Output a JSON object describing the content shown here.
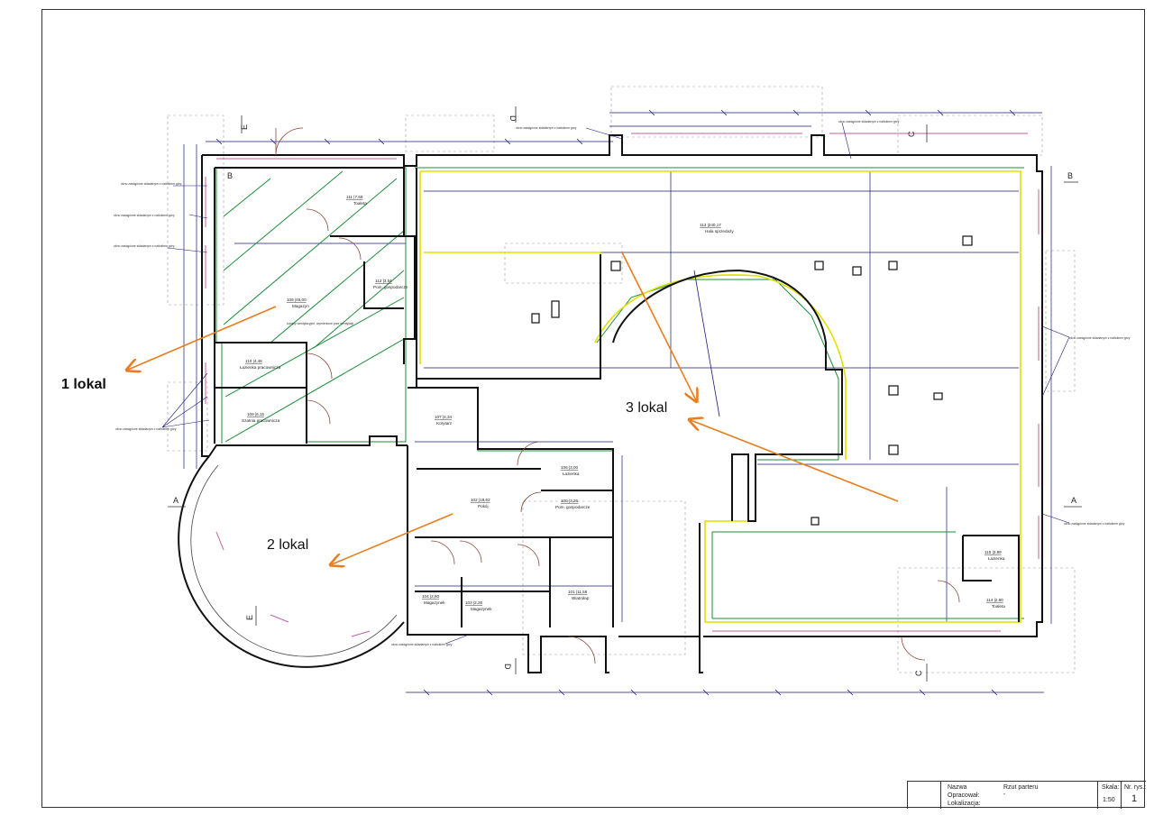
{
  "zones": {
    "lokal1": "1 lokal",
    "lokal2": "2 lokal",
    "lokal3": "3 lokal"
  },
  "section_marks": [
    "A",
    "A",
    "B",
    "B",
    "C",
    "C",
    "D",
    "D",
    "E",
    "E"
  ],
  "rooms": [
    {
      "area": "111 |7,69",
      "name": "Toaleta"
    },
    {
      "area": "112 |3,54",
      "name": "Pom. gospodarcze"
    },
    {
      "area": "109 |45,00",
      "name": "Magazyn"
    },
    {
      "area": "110 |4,48",
      "name": "Łazienka pracownicza"
    },
    {
      "area": "109 |6,15",
      "name": "Szatnia pracownicza"
    },
    {
      "area": "113 |240,17",
      "name": "Hala sprzedaży"
    },
    {
      "area": "107 |4,34",
      "name": "Korytarz"
    },
    {
      "area": "106 |3,00",
      "name": "Łazienka"
    },
    {
      "area": "102 |18,62",
      "name": "Pokój"
    },
    {
      "area": "100 |3,26",
      "name": "Pom. gospodarcze"
    },
    {
      "area": "104 |2,80",
      "name": "Magazynek"
    },
    {
      "area": "103 |2,26",
      "name": "Magazynek"
    },
    {
      "area": "101 |11,56",
      "name": "Wiatrołap"
    },
    {
      "area": "115 |3,89",
      "name": "Łazienka"
    },
    {
      "area": "114 |2,80",
      "name": "Toaleta"
    }
  ],
  "notes": {
    "window": "okno zastąpione składanym z natłokiem góry",
    "duct": "kominy wentylacyjne, wymienione prze wentylacji"
  },
  "title_block": {
    "label_name": "Nazwa",
    "label_author": "Opracował:",
    "label_location": "Lokalizacja:",
    "drawing_title": "Rzut parteru",
    "author_value": "-",
    "scale_label": "Skala:",
    "scale_value": "1:50",
    "sheet_label": "Nr. rys.:",
    "sheet_value": "1"
  },
  "colors": {
    "wall": "#111111",
    "dimension": "#1a1a7a",
    "zone1": "#1e8c3a",
    "zone3_outline": "#e0e000",
    "arrow": "#e87d1e",
    "door": "#8b4a3a",
    "window": "#c060a0"
  }
}
